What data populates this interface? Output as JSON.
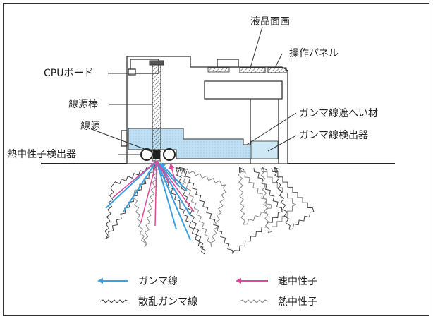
{
  "labels": {
    "lcd_screen": "液晶面画",
    "control_panel": "操作パネル",
    "cpu_board": "CPUボード",
    "source_rod": "線源棒",
    "gamma_shield": "ガンマ線遮へい材",
    "source": "線源",
    "gamma_detector": "ガンマ線検出器",
    "thermal_neutron_detector": "熱中性子検出器"
  },
  "legend": {
    "gamma_ray": "ガンマ線",
    "fast_neutron": "速中性子",
    "scattered_gamma": "散乱ガンマ線",
    "thermal_neutron": "熱中性子"
  },
  "colors": {
    "gamma": "#3aa0e0",
    "neutron": "#e0479a",
    "shield_fill": "#bfe0f2",
    "line": "#333333"
  }
}
